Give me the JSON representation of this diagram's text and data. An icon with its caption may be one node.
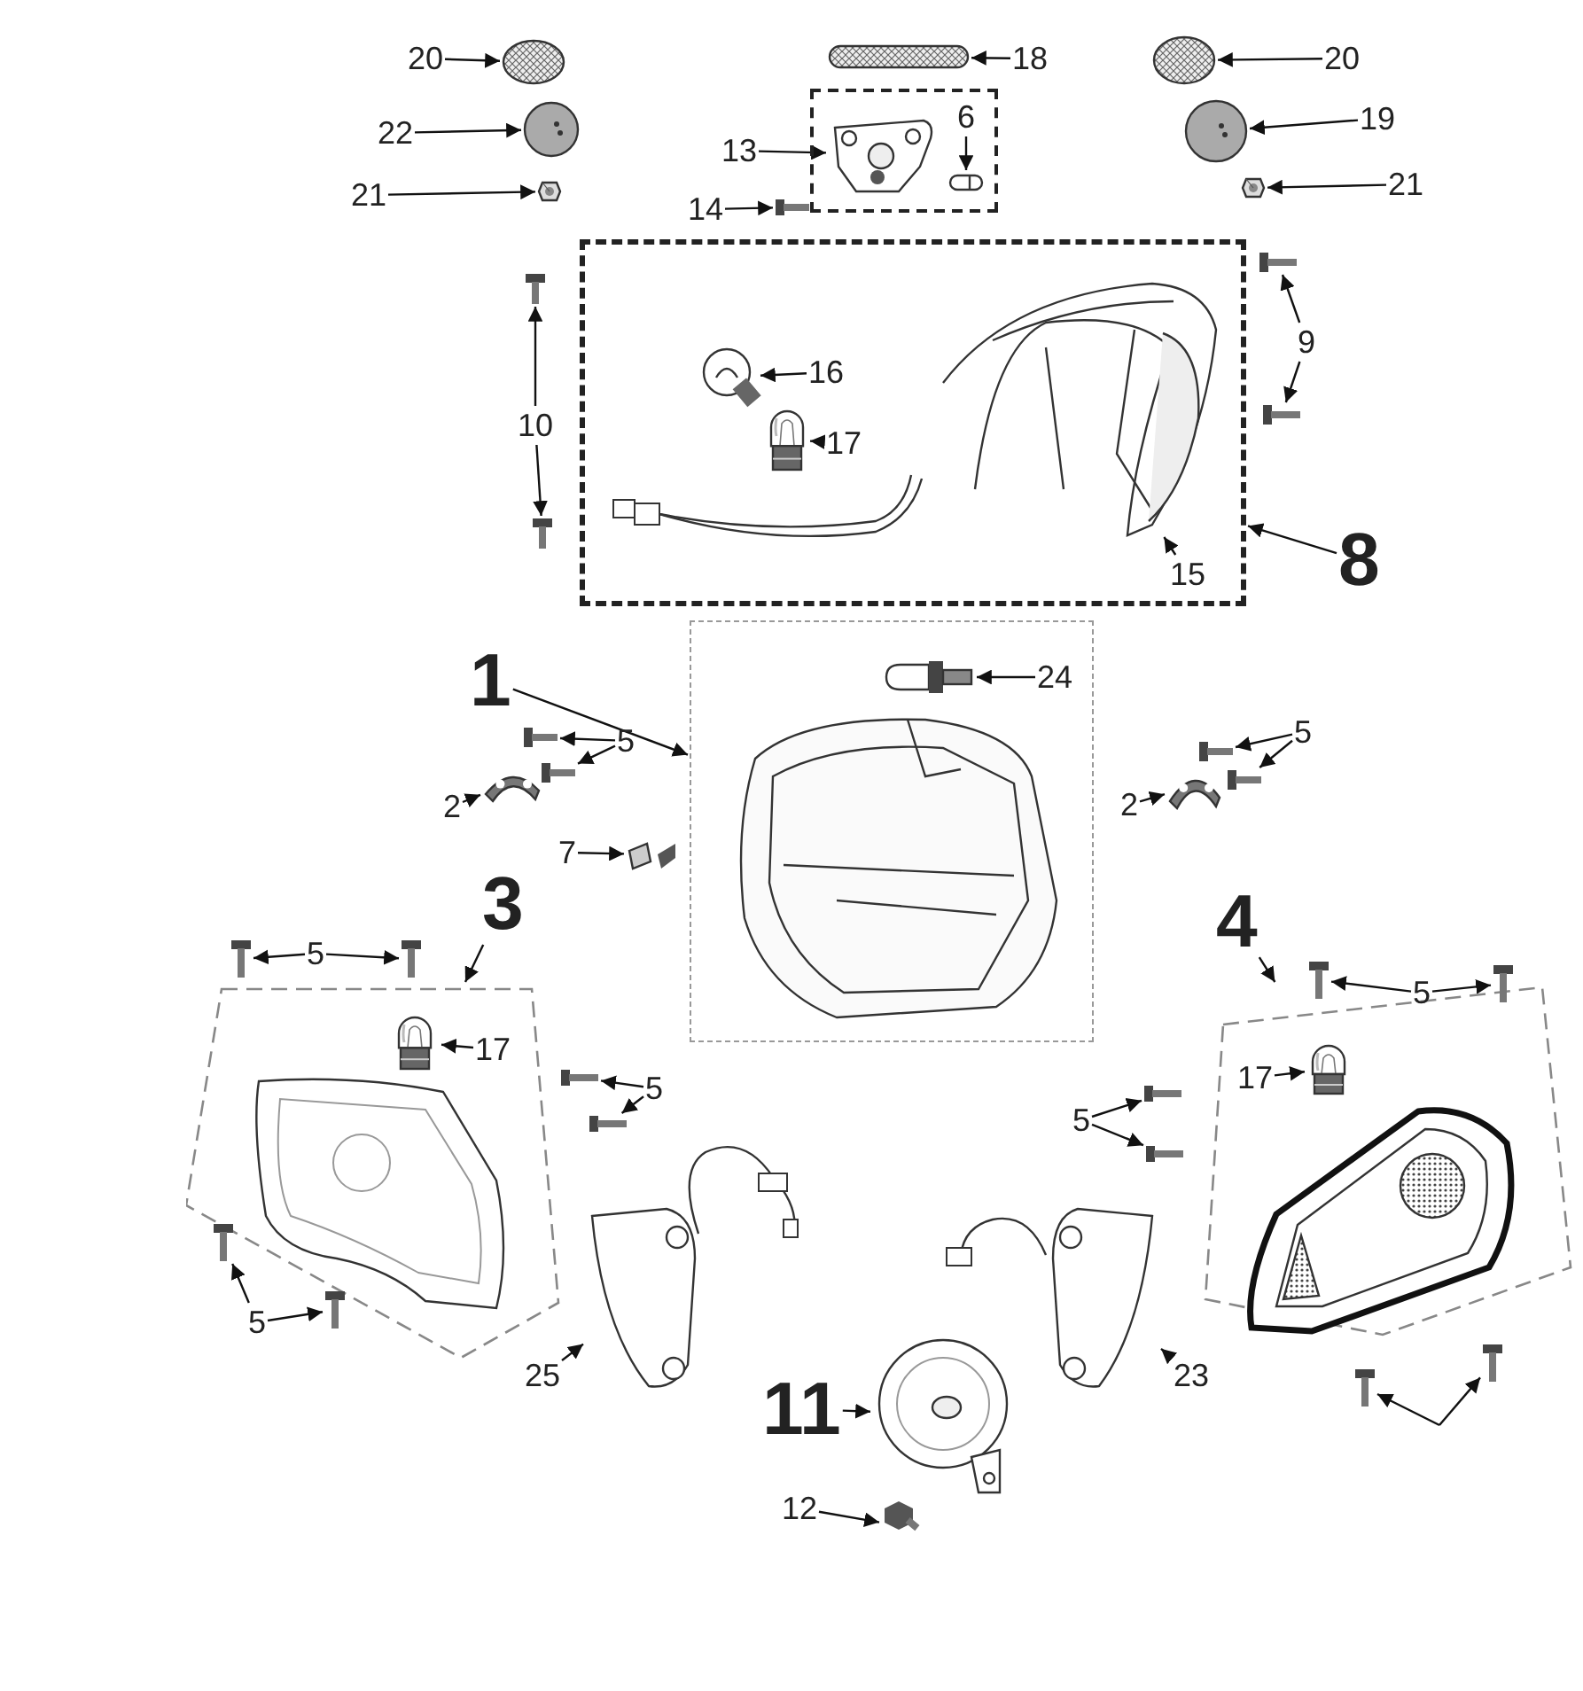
{
  "diagram": {
    "nodes": [
      {
        "text": [
          "20"
        ]
      },
      {
        "text": [],
        "shape": "circle"
      },
      {
        "text": [
          "22"
        ]
      },
      {
        "text": [],
        "shape": "picture"
      },
      {
        "text": [
          "21"
        ]
      },
      {
        "text": [],
        "shape": "picture"
      },
      {
        "text": [
          "18"
        ]
      },
      {
        "text": [],
        "shape": "bar"
      },
      {
        "text": [],
        "shape": "box"
      },
      {
        "text": [
          "13"
        ]
      },
      {
        "text": [],
        "shape": "picture",
        "in": 8
      },
      {
        "text": [
          "6"
        ],
        "in": 8
      },
      {
        "text": [],
        "shape": "picture",
        "in": 8
      },
      {
        "text": [
          "14"
        ]
      },
      {
        "text": [],
        "shape": "picture"
      },
      {
        "text": [
          "20"
        ]
      },
      {
        "text": [],
        "shape": "circle"
      },
      {
        "text": [
          "19"
        ]
      },
      {
        "text": [],
        "shape": "picture"
      },
      {
        "text": [
          "21"
        ]
      },
      {
        "text": [],
        "shape": "picture"
      },
      {
        "text": [],
        "shape": "box"
      },
      {
        "text": [
          "10"
        ]
      },
      {
        "text": [],
        "shape": "picture"
      },
      {
        "text": [],
        "shape": "picture"
      },
      {
        "text": [
          "16"
        ],
        "in": 21
      },
      {
        "text": [],
        "shape": "picture",
        "in": 21
      },
      {
        "text": [
          "17"
        ],
        "in": 21
      },
      {
        "text": [],
        "shape": "picture",
        "in": 21
      },
      {
        "text": [],
        "shape": "picture",
        "in": 21
      },
      {
        "text": [
          "15"
        ],
        "in": 21
      },
      {
        "text": [
          "9"
        ]
      },
      {
        "text": [],
        "shape": "picture"
      },
      {
        "text": [],
        "shape": "picture"
      },
      {
        "text": [
          "8"
        ]
      },
      {
        "text": [],
        "shape": "box"
      },
      {
        "text": [
          "1"
        ]
      },
      {
        "text": [
          "24"
        ],
        "in": 35
      },
      {
        "text": [],
        "shape": "picture",
        "in": 35
      },
      {
        "text": [],
        "shape": "picture",
        "in": 35
      },
      {
        "text": [
          "5"
        ]
      },
      {
        "text": [],
        "shape": "picture"
      },
      {
        "text": [],
        "shape": "picture"
      },
      {
        "text": [
          "2"
        ]
      },
      {
        "text": [],
        "shape": "picture"
      },
      {
        "text": [
          "7"
        ]
      },
      {
        "text": [],
        "shape": "picture"
      },
      {
        "text": [
          "5"
        ]
      },
      {
        "text": [],
        "shape": "picture"
      },
      {
        "text": [],
        "shape": "picture"
      },
      {
        "text": [
          "2"
        ]
      },
      {
        "text": [],
        "shape": "picture"
      },
      {
        "text": [
          "3"
        ]
      },
      {
        "text": [],
        "shape": "box"
      },
      {
        "text": [
          "5"
        ]
      },
      {
        "text": [],
        "shape": "picture"
      },
      {
        "text": [],
        "shape": "picture"
      },
      {
        "text": [
          "17"
        ],
        "in": 53
      },
      {
        "text": [],
        "shape": "picture",
        "in": 53
      },
      {
        "text": [],
        "shape": "picture",
        "in": 53
      },
      {
        "text": [
          "5"
        ]
      },
      {
        "text": [],
        "shape": "picture"
      },
      {
        "text": [],
        "shape": "picture"
      },
      {
        "text": [
          "5"
        ]
      },
      {
        "text": [],
        "shape": "picture"
      },
      {
        "text": [],
        "shape": "picture"
      },
      {
        "text": [
          "25"
        ]
      },
      {
        "text": [],
        "shape": "picture"
      },
      {
        "text": [
          "11"
        ]
      },
      {
        "text": [],
        "shape": "picture"
      },
      {
        "text": [
          "12"
        ]
      },
      {
        "text": [],
        "shape": "picture"
      },
      {
        "text": [
          "23"
        ]
      },
      {
        "text": [],
        "shape": "picture"
      },
      {
        "text": [
          "4"
        ]
      },
      {
        "text": [],
        "shape": "box"
      },
      {
        "text": [
          "5"
        ]
      },
      {
        "text": [],
        "shape": "picture"
      },
      {
        "text": [],
        "shape": "picture"
      },
      {
        "text": [
          "17"
        ],
        "in": 75
      },
      {
        "text": [],
        "shape": "picture",
        "in": 75
      },
      {
        "text": [],
        "shape": "picture",
        "in": 75
      },
      {
        "text": [
          "5"
        ]
      },
      {
        "text": [],
        "shape": "picture"
      },
      {
        "text": [],
        "shape": "picture"
      },
      {
        "text": [],
        "shape": "picture"
      },
      {
        "text": [],
        "shape": "picture"
      }
    ],
    "edges": [
      {
        "from": 0,
        "to": 1,
        "arrow": "to"
      },
      {
        "from": 2,
        "to": 3,
        "arrow": "to"
      },
      {
        "from": 4,
        "to": 5,
        "arrow": "to"
      },
      {
        "from": 6,
        "to": 7,
        "arrow": "to"
      },
      {
        "from": 9,
        "to": 10,
        "arrow": "to"
      },
      {
        "from": 11,
        "to": 12,
        "arrow": "to"
      },
      {
        "from": 13,
        "to": 14,
        "arrow": "to"
      },
      {
        "from": 15,
        "to": 16,
        "arrow": "to"
      },
      {
        "from": 17,
        "to": 18,
        "arrow": "to"
      },
      {
        "from": 19,
        "to": 20,
        "arrow": "to"
      },
      {
        "from": 22,
        "to": 23,
        "arrow": "to"
      },
      {
        "from": 22,
        "to": 24,
        "arrow": "to"
      },
      {
        "from": 25,
        "to": 26,
        "arrow": "to"
      },
      {
        "from": 27,
        "to": 28,
        "arrow": "to"
      },
      {
        "from": 30,
        "to": 29,
        "arrow": "to"
      },
      {
        "from": 31,
        "to": 32,
        "arrow": "to"
      },
      {
        "from": 31,
        "to": 33,
        "arrow": "to"
      },
      {
        "from": 34,
        "to": 21,
        "arrow": "to"
      },
      {
        "from": 36,
        "to": 35,
        "arrow": "to"
      },
      {
        "from": 37,
        "to": 38,
        "arrow": "to"
      },
      {
        "from": 40,
        "to": 41,
        "arrow": "to"
      },
      {
        "from": 40,
        "to": 42,
        "arrow": "to"
      },
      {
        "from": 43,
        "to": 44,
        "arrow": "to"
      },
      {
        "from": 45,
        "to": 46,
        "arrow": "to"
      },
      {
        "from": 47,
        "to": 48,
        "arrow": "to"
      },
      {
        "from": 47,
        "to": 49,
        "arrow": "to"
      },
      {
        "from": 50,
        "to": 51,
        "arrow": "to"
      },
      {
        "from": 52,
        "to": 53,
        "arrow": "to"
      },
      {
        "from": 54,
        "to": 55,
        "arrow": "to"
      },
      {
        "from": 54,
        "to": 56,
        "arrow": "to"
      },
      {
        "from": 57,
        "to": 58,
        "arrow": "to"
      },
      {
        "from": 60,
        "to": 61,
        "arrow": "to"
      },
      {
        "from": 60,
        "to": 62,
        "arrow": "to"
      },
      {
        "from": 63,
        "to": 64,
        "arrow": "to"
      },
      {
        "from": 63,
        "to": 65,
        "arrow": "to"
      },
      {
        "from": 66,
        "to": 67,
        "arrow": "to"
      },
      {
        "from": 68,
        "to": 69,
        "arrow": "to"
      },
      {
        "from": 70,
        "to": 71,
        "arrow": "to"
      },
      {
        "from": 72,
        "to": 73,
        "arrow": "to"
      },
      {
        "from": 74,
        "to": 75,
        "arrow": "to"
      },
      {
        "from": 76,
        "to": 77,
        "arrow": "to"
      },
      {
        "from": 76,
        "to": 78,
        "arrow": "to"
      },
      {
        "from": 79,
        "to": 80,
        "arrow": "to"
      },
      {
        "from": 82,
        "to": 83,
        "arrow": "to"
      },
      {
        "from": 82,
        "to": 84,
        "arrow": "to"
      },
      {
        "from": null,
        "to": 85,
        "arrow": "to"
      },
      {
        "from": null,
        "to": 86,
        "arrow": "to"
      }
    ]
  }
}
